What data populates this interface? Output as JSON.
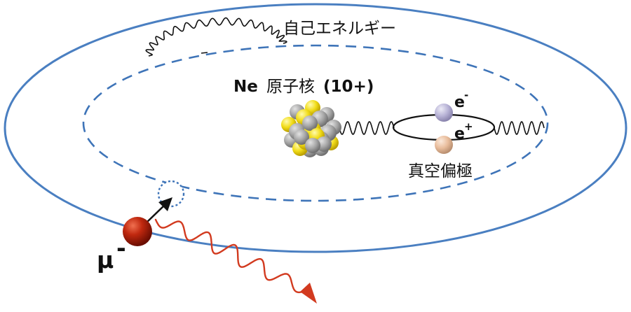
{
  "labels": {
    "self_energy": "自己エネルギー",
    "nucleus_element": "Ne",
    "nucleus_name": "原子核",
    "nucleus_charge": "(10+)",
    "vacuum_polarization": "真空偏極",
    "electron": "e",
    "electron_sign": "-",
    "positron": "e",
    "positron_sign": "+",
    "muon": "μ",
    "muon_sign": "-"
  },
  "colors": {
    "outer_orbit": "#4a7fc1",
    "inner_orbit": "#3e74b8",
    "photon_line": "#111111",
    "emitted_photon": "#d23a1f",
    "muon_particle": "#b5200c",
    "proton": "#f2e12a",
    "neutron": "#a6a6a6",
    "electron_ball": "#b8b3d6",
    "positron_ball": "#e9bfa0",
    "arrow": "#111111"
  },
  "icons": {
    "nucleus": "nucleus-cluster-icon",
    "muon": "muon-sphere-icon",
    "photon": "wavy-photon-icon"
  }
}
